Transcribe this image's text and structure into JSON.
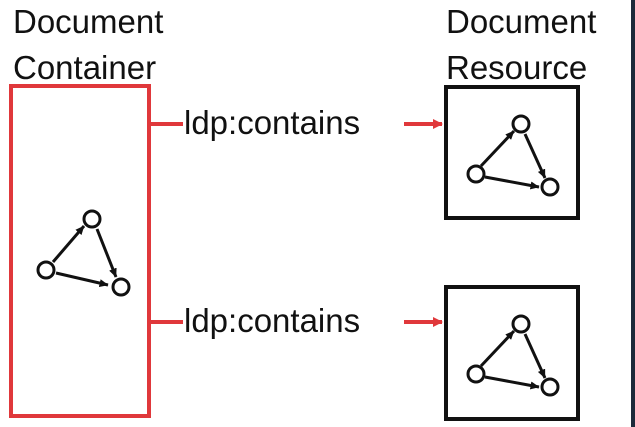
{
  "container": {
    "title_line1": "Document",
    "title_line2": "Container"
  },
  "resource": {
    "title_line1": "Document",
    "title_line2": "Resource"
  },
  "edges": [
    {
      "label": "ldp:contains"
    },
    {
      "label": "ldp:contains"
    }
  ],
  "colors": {
    "container_border": "#e0383b",
    "resource_border": "#111111",
    "arrow": "#e0383b",
    "graph": "#111111"
  },
  "icons": [
    "rdf-graph-icon"
  ]
}
